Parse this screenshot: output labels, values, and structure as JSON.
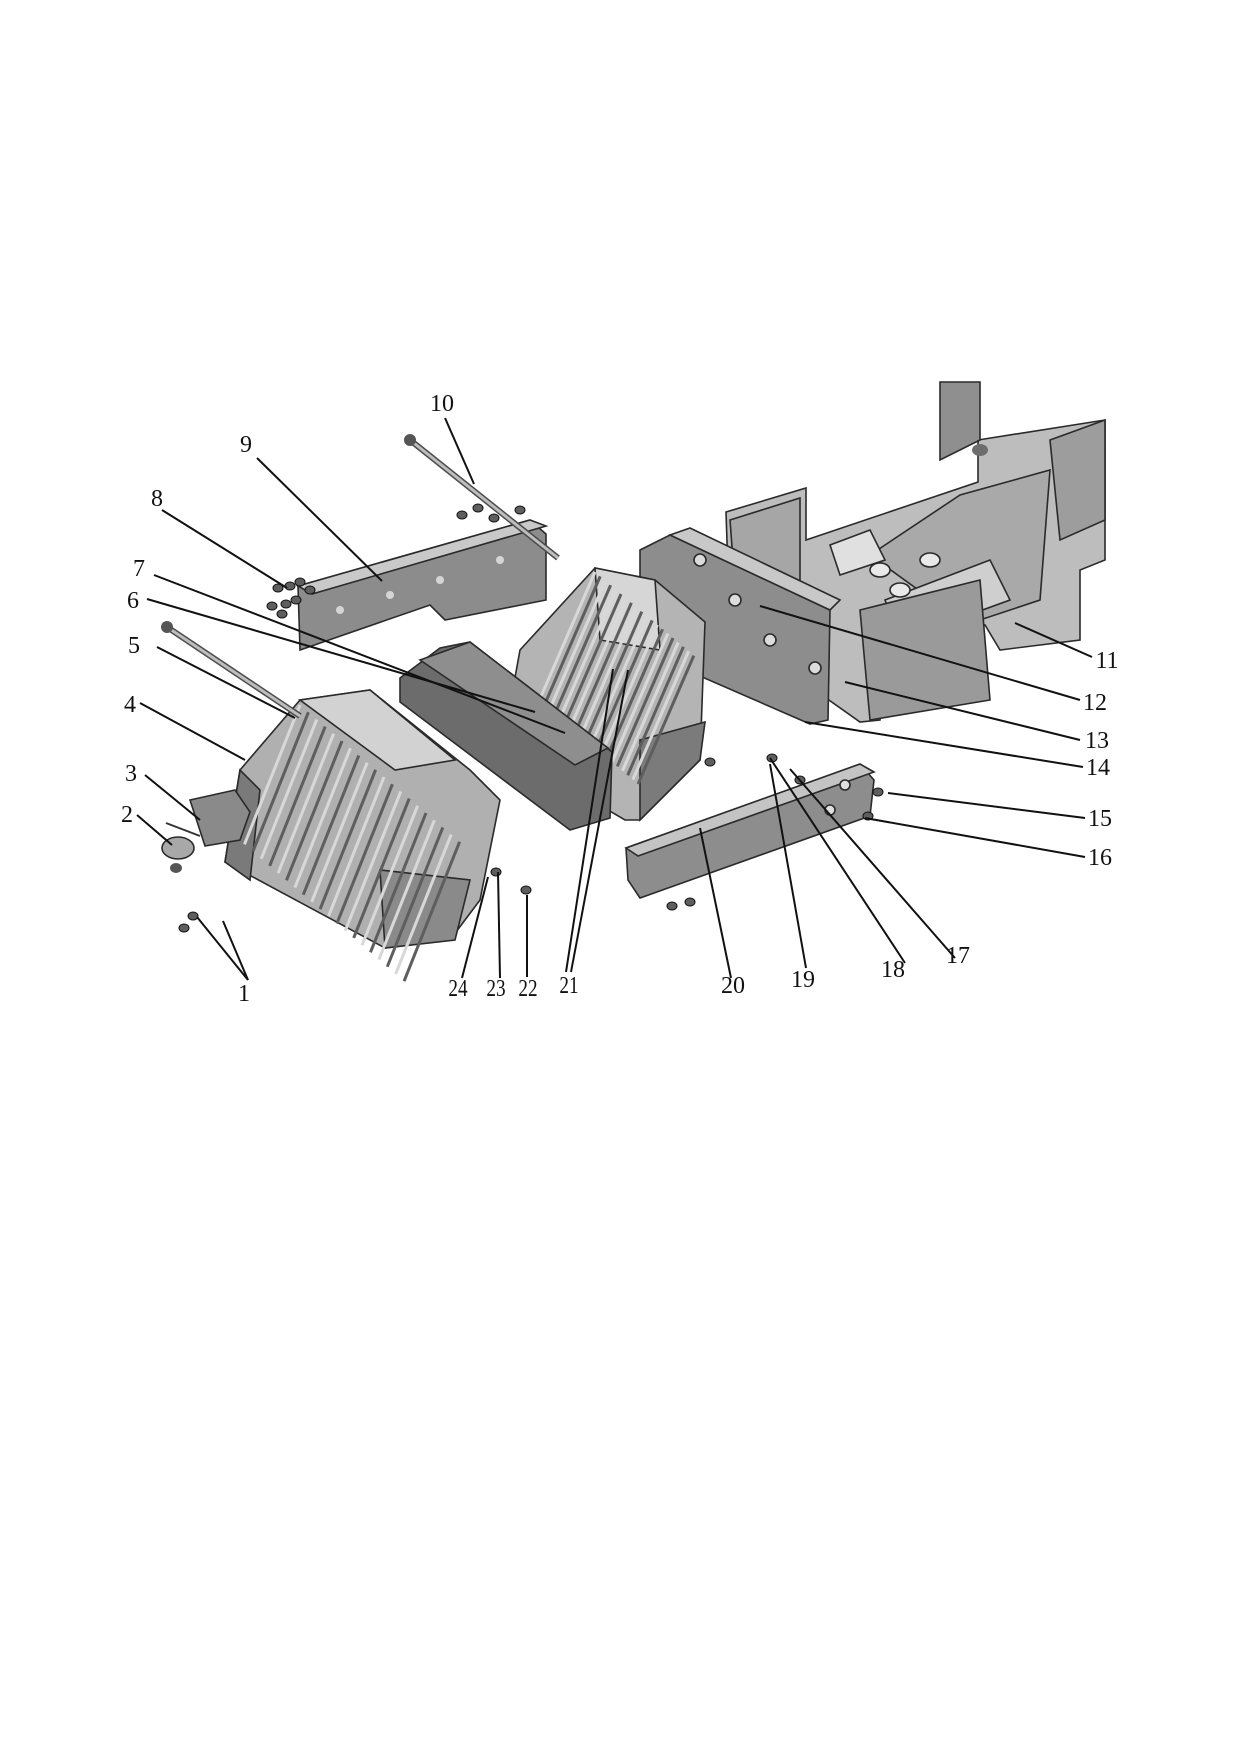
{
  "callouts": [
    "1",
    "2",
    "3",
    "4",
    "5",
    "6",
    "7",
    "8",
    "9",
    "10",
    "11",
    "12",
    "13",
    "14",
    "15",
    "16",
    "17",
    "18",
    "19",
    "20",
    "21",
    "22",
    "23",
    "24"
  ],
  "colors": {
    "line": "#111111",
    "shade_dark": "#5e5e5e",
    "shade_mid": "#8a8a8a",
    "shade_light": "#b9b9b9",
    "shade_pale": "#d8d8d8"
  }
}
